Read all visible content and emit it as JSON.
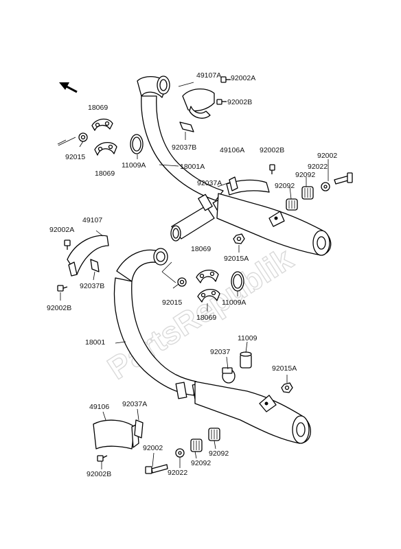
{
  "watermark": "PartsRepublik",
  "callouts": [
    {
      "id": "49107A",
      "text": "49107A"
    },
    {
      "id": "92002A_top",
      "text": "92002A"
    },
    {
      "id": "92002B_top",
      "text": "92002B"
    },
    {
      "id": "18069_top1",
      "text": "18069"
    },
    {
      "id": "92015_top",
      "text": "92015"
    },
    {
      "id": "18069_top2",
      "text": "18069"
    },
    {
      "id": "11009A_top",
      "text": "11009A"
    },
    {
      "id": "92037B_top",
      "text": "92037B"
    },
    {
      "id": "18001A",
      "text": "18001A"
    },
    {
      "id": "49106A",
      "text": "49106A"
    },
    {
      "id": "92002B_r",
      "text": "92002B"
    },
    {
      "id": "92002_r",
      "text": "92002"
    },
    {
      "id": "92022_r",
      "text": "92022"
    },
    {
      "id": "92092_r1",
      "text": "92092"
    },
    {
      "id": "92037A_top",
      "text": "92037A"
    },
    {
      "id": "92092_r2",
      "text": "92092"
    },
    {
      "id": "49107",
      "text": "49107"
    },
    {
      "id": "92002A_l",
      "text": "92002A"
    },
    {
      "id": "92015A_mid",
      "text": "92015A"
    },
    {
      "id": "18069_mid1",
      "text": "18069"
    },
    {
      "id": "92037B_l",
      "text": "92037B"
    },
    {
      "id": "92015_mid",
      "text": "92015"
    },
    {
      "id": "92002B_l",
      "text": "92002B"
    },
    {
      "id": "11009A_mid",
      "text": "11009A"
    },
    {
      "id": "18069_mid2",
      "text": "18069"
    },
    {
      "id": "11009",
      "text": "11009"
    },
    {
      "id": "18001",
      "text": "18001"
    },
    {
      "id": "92037",
      "text": "92037"
    },
    {
      "id": "92015A_low",
      "text": "92015A"
    },
    {
      "id": "92037A_low",
      "text": "92037A"
    },
    {
      "id": "49106",
      "text": "49106"
    },
    {
      "id": "92002_low",
      "text": "92002"
    },
    {
      "id": "92092_low1",
      "text": "92092"
    },
    {
      "id": "92092_low2",
      "text": "92092"
    },
    {
      "id": "92002B_low",
      "text": "92002B"
    },
    {
      "id": "92022_low",
      "text": "92022"
    }
  ]
}
